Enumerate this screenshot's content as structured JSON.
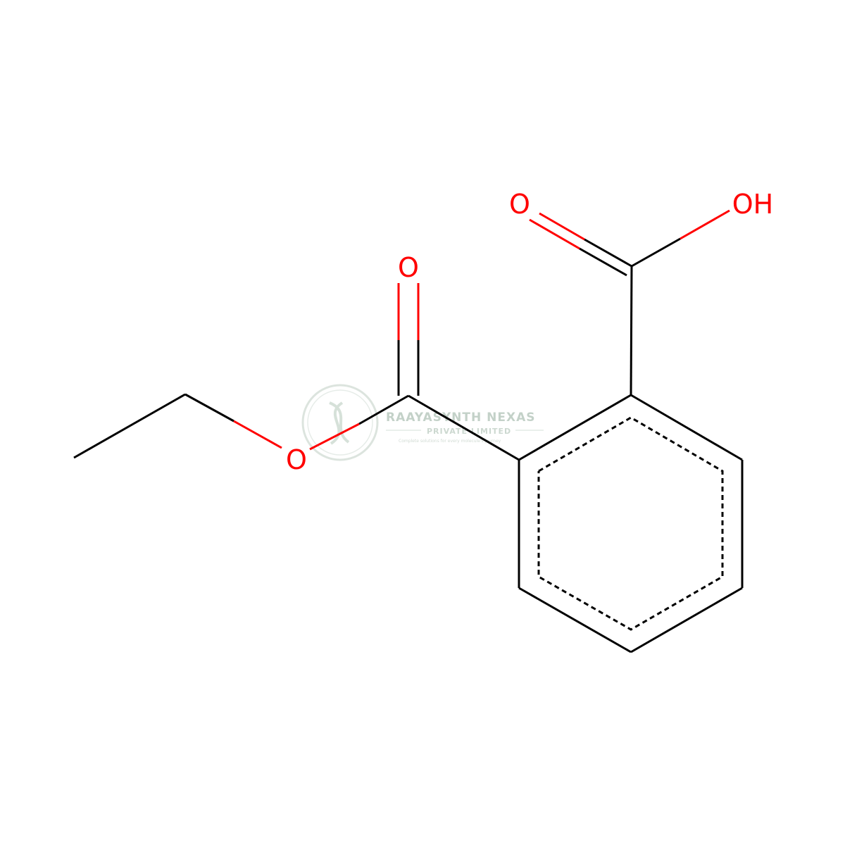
{
  "atoms": {
    "ester_oxygen": "O",
    "ester_carbonyl_oxygen": "O",
    "acid_carbonyl_oxygen": "O",
    "acid_hydroxyl": "OH"
  },
  "watermark": {
    "company": "RAAYASYNTH NEXAS",
    "subtitle": "PRIVATE LIMITED",
    "tagline": "Complete solutions for every molecule's journey"
  },
  "colors": {
    "bond": "#000000",
    "heteroatom_oxygen": "#ff0000",
    "watermark": "#c4d2c8"
  }
}
